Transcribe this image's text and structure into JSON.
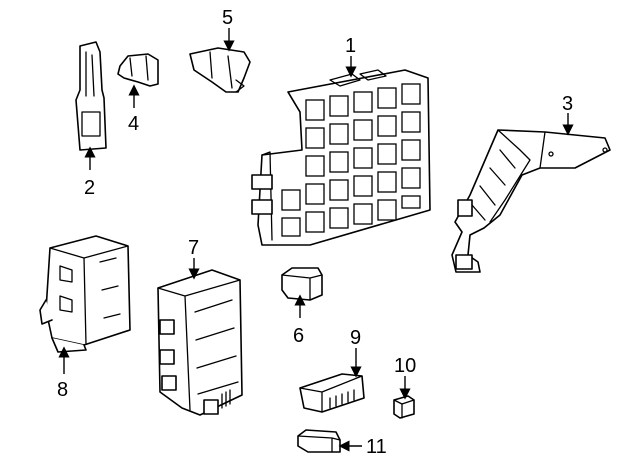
{
  "callouts": [
    {
      "id": "1",
      "label": "1"
    },
    {
      "id": "2",
      "label": "2"
    },
    {
      "id": "3",
      "label": "3"
    },
    {
      "id": "4",
      "label": "4"
    },
    {
      "id": "5",
      "label": "5"
    },
    {
      "id": "6",
      "label": "6"
    },
    {
      "id": "7",
      "label": "7"
    },
    {
      "id": "8",
      "label": "8"
    },
    {
      "id": "9",
      "label": "9"
    },
    {
      "id": "10",
      "label": "10"
    },
    {
      "id": "11",
      "label": "11"
    }
  ],
  "colors": {
    "line": "#000000",
    "fill": "#ffffff"
  }
}
